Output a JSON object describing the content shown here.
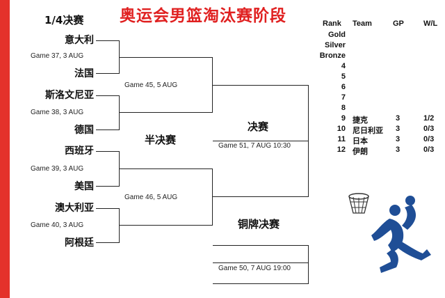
{
  "title": "奥运会男篮淘汰赛阶段",
  "rounds": {
    "quarter": "1/4决赛",
    "semi": "半决赛",
    "final": "决赛",
    "bronze": "铜牌决赛"
  },
  "quarterfinals": [
    {
      "team1": "意大利",
      "team2": "法国",
      "game": "Game 37, 3 AUG"
    },
    {
      "team1": "斯洛文尼亚",
      "team2": "德国",
      "game": "Game 38, 3 AUG"
    },
    {
      "team1": "西班牙",
      "team2": "美国",
      "game": "Game 39, 3 AUG"
    },
    {
      "team1": "澳大利亚",
      "team2": "阿根廷",
      "game": "Game 40, 3 AUG"
    }
  ],
  "semifinals": [
    {
      "game": "Game 45, 5 AUG"
    },
    {
      "game": "Game 46, 5 AUG"
    }
  ],
  "final": {
    "game": "Game 51, 7 AUG  10:30"
  },
  "bronze": {
    "game": "Game 50, 7 AUG  19:00"
  },
  "standings": {
    "headers": {
      "rank": "Rank",
      "team": "Team",
      "gp": "GP",
      "wl": "W/L"
    },
    "rows": [
      {
        "rank": "Gold",
        "team": "",
        "gp": "",
        "wl": ""
      },
      {
        "rank": "Silver",
        "team": "",
        "gp": "",
        "wl": ""
      },
      {
        "rank": "Bronze",
        "team": "",
        "gp": "",
        "wl": ""
      },
      {
        "rank": "4",
        "team": "",
        "gp": "",
        "wl": ""
      },
      {
        "rank": "5",
        "team": "",
        "gp": "",
        "wl": ""
      },
      {
        "rank": "6",
        "team": "",
        "gp": "",
        "wl": ""
      },
      {
        "rank": "7",
        "team": "",
        "gp": "",
        "wl": ""
      },
      {
        "rank": "8",
        "team": "",
        "gp": "",
        "wl": ""
      },
      {
        "rank": "9",
        "team": "捷克",
        "gp": "3",
        "wl": "1/2"
      },
      {
        "rank": "10",
        "team": "尼日利亚",
        "gp": "3",
        "wl": "0/3"
      },
      {
        "rank": "11",
        "team": "日本",
        "gp": "3",
        "wl": "0/3"
      },
      {
        "rank": "12",
        "team": "伊朗",
        "gp": "3",
        "wl": "0/3"
      }
    ]
  },
  "colors": {
    "accent": "#e4322b",
    "icon": "#1f4e96"
  },
  "icons": [
    "basketball-hoop-icon",
    "basketball-player-icon"
  ]
}
